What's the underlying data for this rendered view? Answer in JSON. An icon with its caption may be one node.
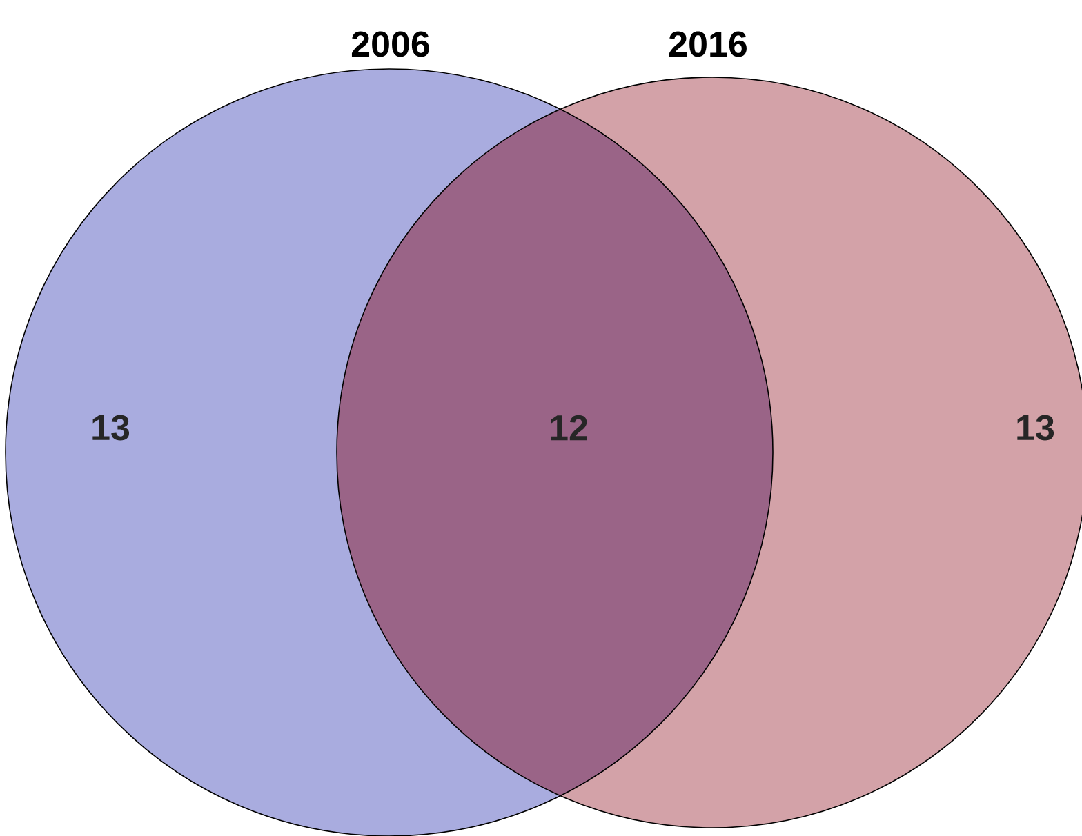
{
  "diagram": {
    "nodes": [
      {
        "text": [
          "2006"
        ]
      },
      {
        "text": [
          "2016"
        ]
      }
    ],
    "labels": [
      "13",
      "12",
      "13"
    ]
  }
}
